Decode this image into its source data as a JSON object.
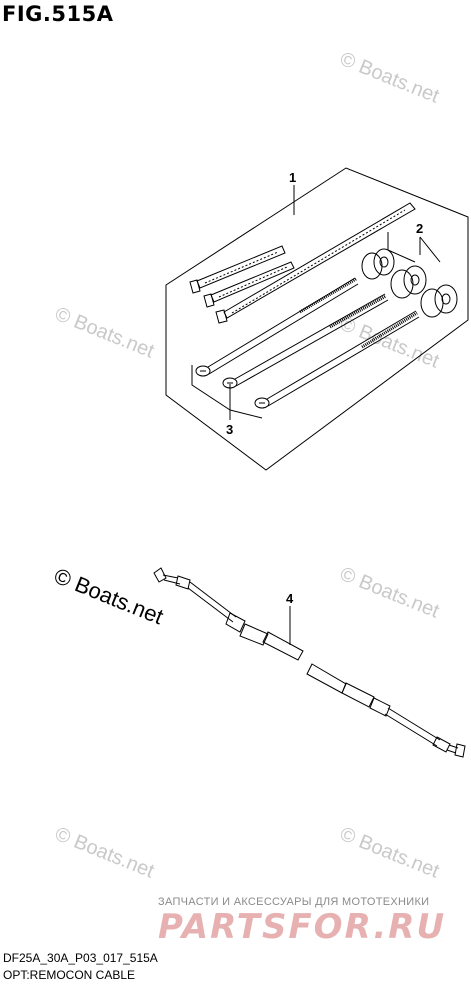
{
  "figure": {
    "title": "FIG.515A",
    "reference_code": "DF25A_30A_P03_017_515A",
    "caption": "OPT:REMOCON CABLE"
  },
  "watermark": {
    "text": "© Boats.net"
  },
  "callouts": [
    {
      "number": "1"
    },
    {
      "number": "2"
    },
    {
      "number": "3"
    },
    {
      "number": "4"
    }
  ],
  "promo": {
    "tagline": "ЗАПЧАСТИ И АКСЕССУАРЫ ДЛЯ МОТОТЕХНИКИ",
    "logo_text": "PARTSFOR.RU",
    "logo_color": "#e7b1b1"
  }
}
